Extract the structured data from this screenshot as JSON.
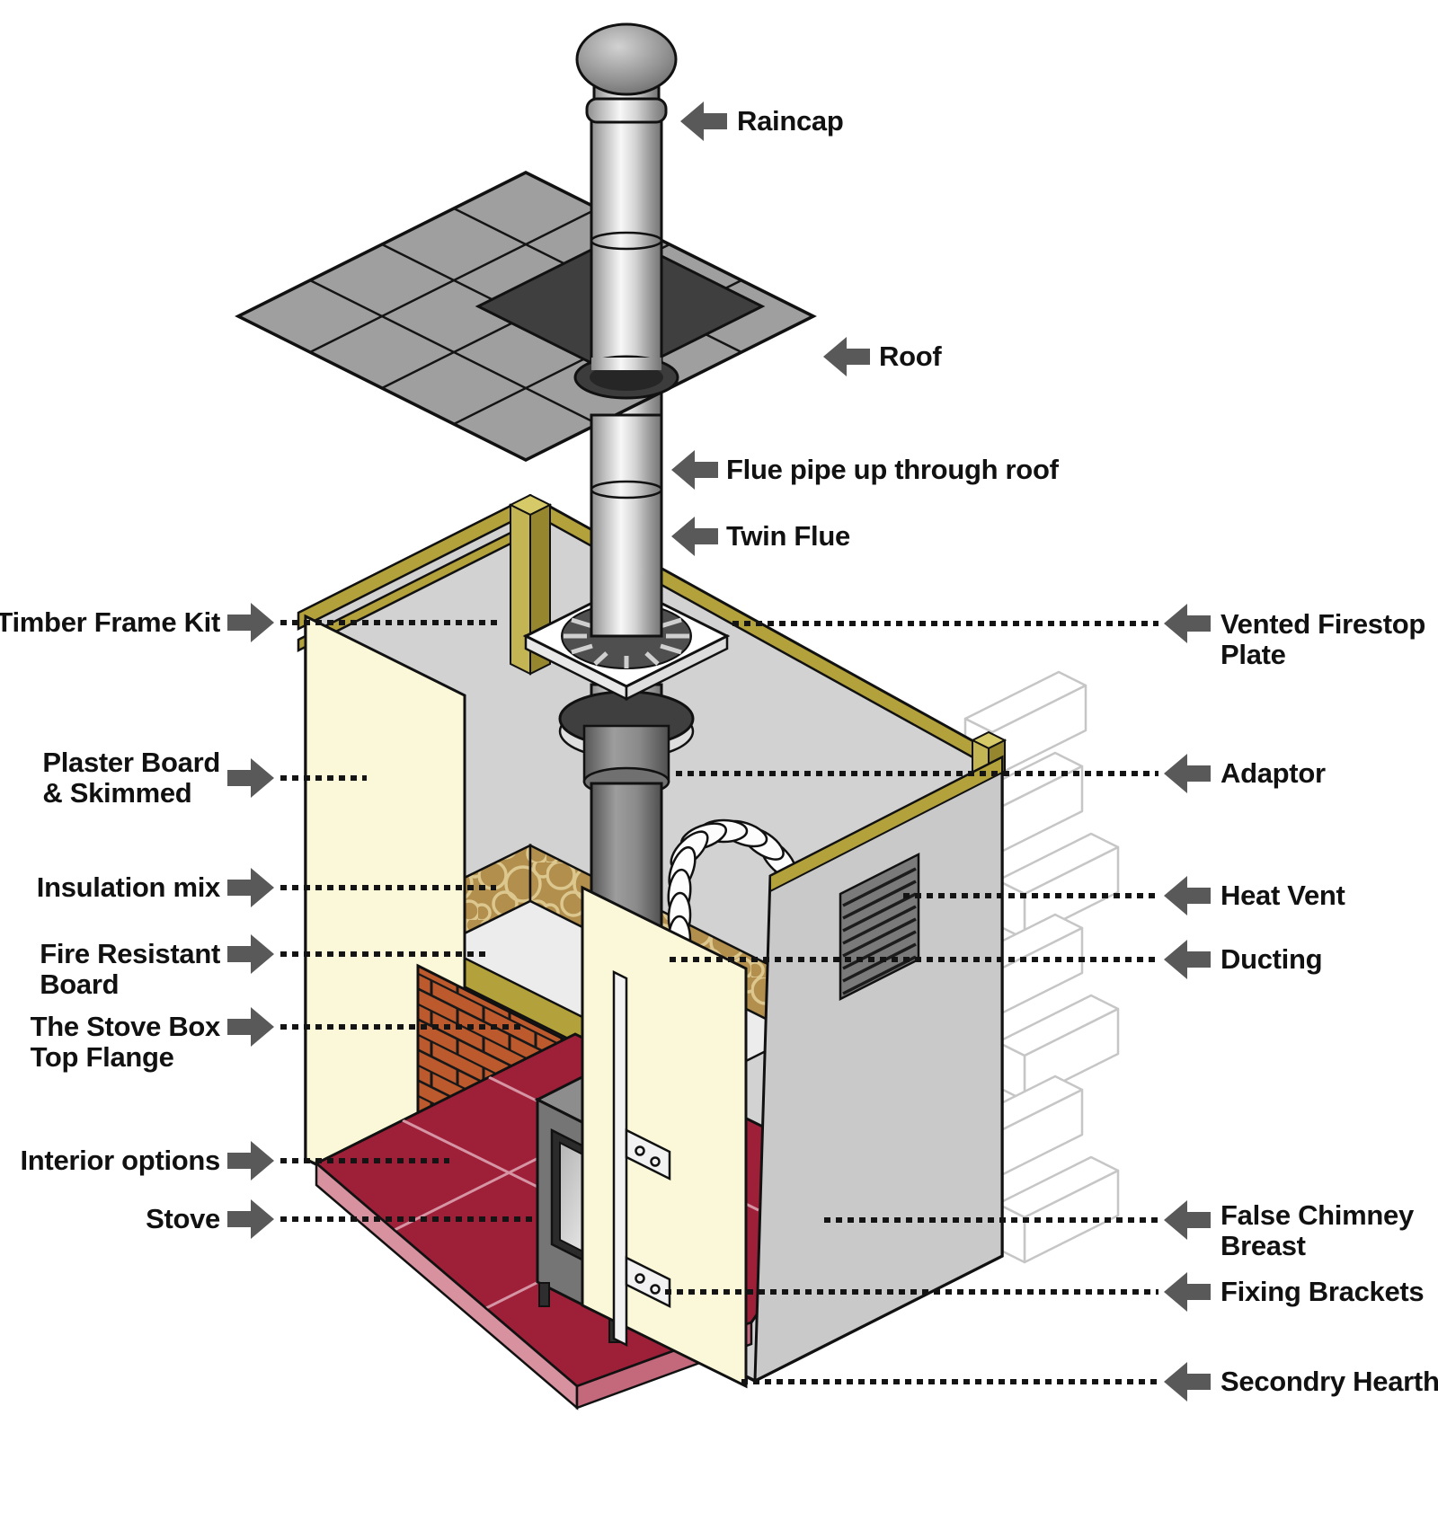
{
  "labels": {
    "left": [
      {
        "id": "timber-frame-kit",
        "lines": [
          "Timber Frame Kit"
        ]
      },
      {
        "id": "plaster-board-skimmed",
        "lines": [
          "Plaster Board",
          "& Skimmed"
        ]
      },
      {
        "id": "insulation-mix",
        "lines": [
          "Insulation mix"
        ]
      },
      {
        "id": "fire-resistant-board",
        "lines": [
          "Fire Resistant",
          "Board"
        ]
      },
      {
        "id": "the-stove-box-top-flange",
        "lines": [
          "The Stove Box",
          "Top Flange"
        ]
      },
      {
        "id": "interior-options",
        "lines": [
          "Interior options"
        ]
      },
      {
        "id": "stove",
        "lines": [
          "Stove"
        ]
      }
    ],
    "right": [
      {
        "id": "raincap",
        "lines": [
          "Raincap"
        ]
      },
      {
        "id": "roof",
        "lines": [
          "Roof"
        ]
      },
      {
        "id": "flue-pipe-up-through-roof",
        "lines": [
          "Flue pipe up through roof"
        ]
      },
      {
        "id": "twin-flue",
        "lines": [
          "Twin Flue"
        ]
      },
      {
        "id": "vented-firestop-plate",
        "lines": [
          "Vented Firestop",
          "Plate"
        ]
      },
      {
        "id": "adaptor",
        "lines": [
          "Adaptor"
        ]
      },
      {
        "id": "heat-vent",
        "lines": [
          "Heat Vent"
        ]
      },
      {
        "id": "ducting",
        "lines": [
          "Ducting"
        ]
      },
      {
        "id": "false-chimney-breast",
        "lines": [
          "False Chimney",
          "Breast"
        ]
      },
      {
        "id": "fixing-brackets",
        "lines": [
          "Fixing Brackets"
        ]
      },
      {
        "id": "secondry-hearth",
        "lines": [
          "Secondry Hearth"
        ]
      }
    ]
  },
  "colors": {
    "label_text": "#111111",
    "arrow": "#595959",
    "leader_dots": "#141414",
    "timber": "#b3a23c",
    "plasterboard": "#faf8d8",
    "interior_wall": "#d2d2d2",
    "side_wall": "#c9c9c9",
    "insulation": "#b28f4c",
    "brick": "#bc5a2e",
    "hearth": "#9e2038",
    "hearth_edge": "#d8919f",
    "roof_tiles": "#9f9f9f",
    "flashing": "#3f3f3f",
    "heat_vent": "#7a7a7a",
    "ducting": "#ffffff"
  }
}
